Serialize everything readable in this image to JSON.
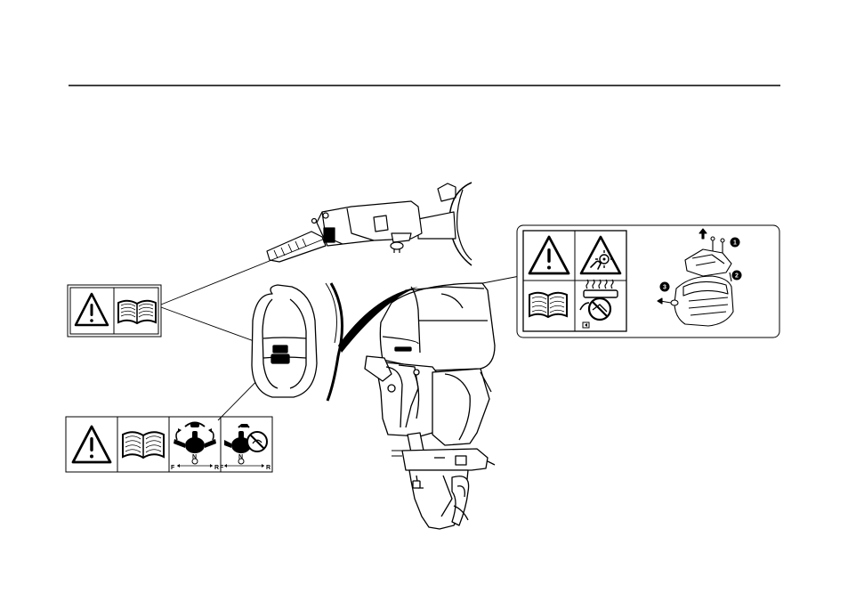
{
  "labels": {
    "shift_scale_1": {
      "left": "F",
      "center": "N",
      "right": "R"
    },
    "shift_scale_2": {
      "left": "F",
      "center": "N",
      "right": "R"
    },
    "callouts": [
      "1",
      "2",
      "3"
    ]
  },
  "icons": [
    "warning-triangle-icon",
    "manual-book-icon",
    "shift-lever-icon",
    "no-shift-icon",
    "moving-parts-icon",
    "hot-surface-icon"
  ]
}
